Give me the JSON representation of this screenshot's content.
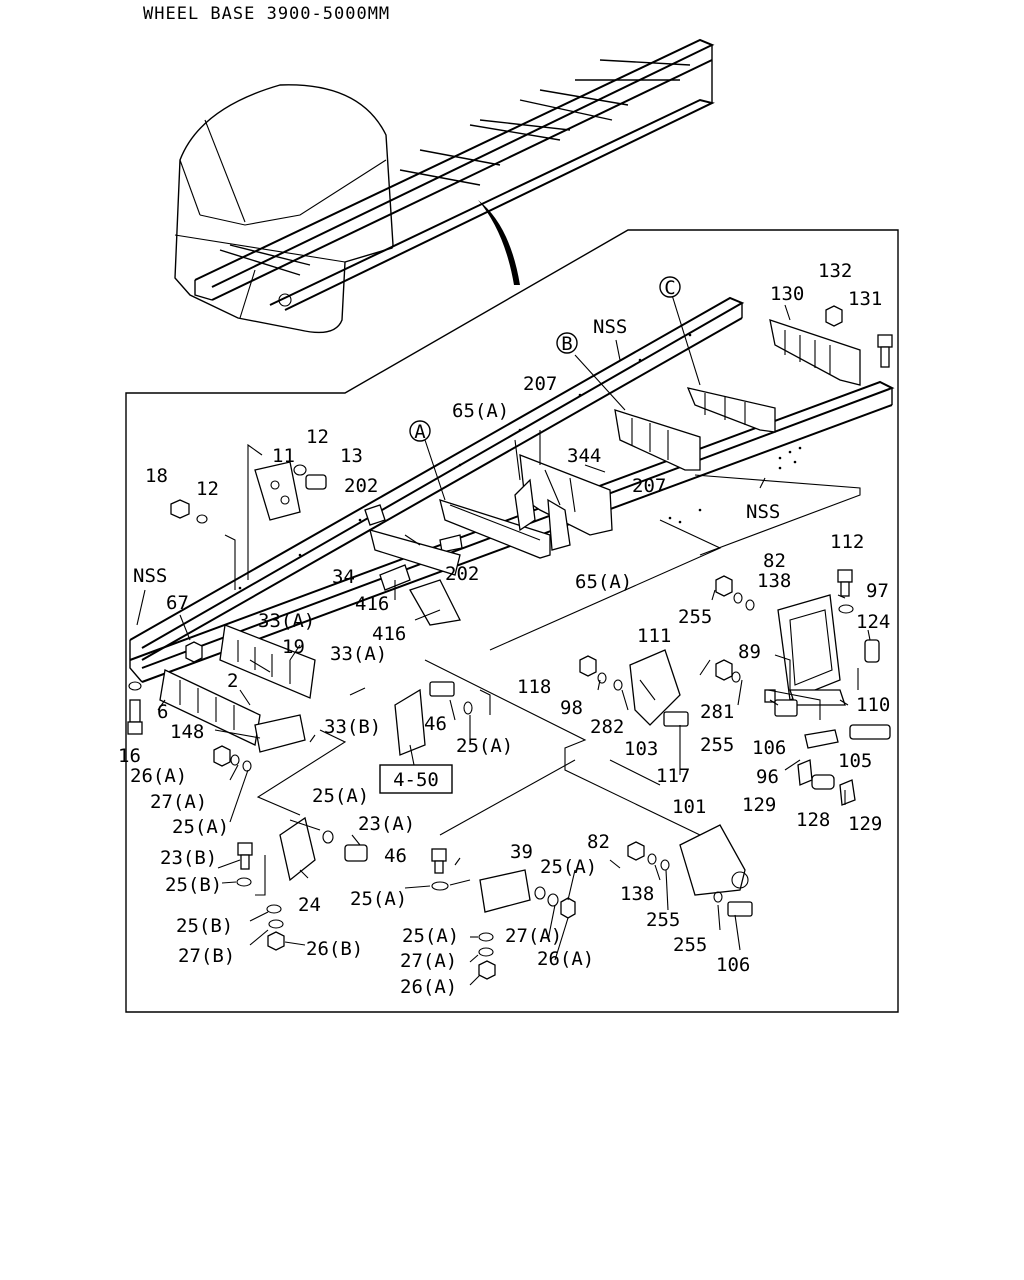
{
  "title": "WHEEL BASE 3900-5000MM",
  "circled_refs": [
    "A",
    "B",
    "C"
  ],
  "ref_box": "4-50",
  "labels": {
    "l132": "132",
    "l130": "130",
    "l131": "131",
    "lNSS1": "NSS",
    "l207a": "207",
    "l65Aa": "65(A)",
    "l344": "344",
    "l207b": "207",
    "l11": "11",
    "l12a": "12",
    "l13": "13",
    "l18": "18",
    "l12b": "12",
    "l202a": "202",
    "lNSS2": "NSS",
    "l202b": "202",
    "l65Ab": "65(A)",
    "l34": "34",
    "lNSS3": "NSS",
    "l416a": "416",
    "l67": "67",
    "l33Aa": "33(A)",
    "l416b": "416",
    "l19": "19",
    "l33Ab": "33(A)",
    "l82a": "82",
    "l112": "112",
    "l138a": "138",
    "l97": "97",
    "l255a": "255",
    "l124": "124",
    "l111": "111",
    "l89": "89",
    "l118": "118",
    "l2": "2",
    "l6": "6",
    "l110": "110",
    "l98": "98",
    "l282": "282",
    "l281": "281",
    "l33B": "33(B)",
    "l46a": "46",
    "l148": "148",
    "l103": "103",
    "l255b": "255",
    "l106a": "106",
    "l105": "105",
    "l16": "16",
    "l25Aa": "25(A)",
    "l26Aa": "26(A)",
    "l117": "117",
    "l96": "96",
    "l27Aa": "27(A)",
    "l25Ab": "25(A)",
    "l129a": "129",
    "l101": "101",
    "l128": "128",
    "l129b": "129",
    "l23A": "23(A)",
    "l25Ac": "25(A)",
    "l39": "39",
    "l82b": "82",
    "l23B": "23(B)",
    "l46b": "46",
    "l25Ad": "25(A)",
    "l25B1": "25(B)",
    "l138b": "138",
    "l24": "24",
    "l25Ae": "25(A)",
    "l255c": "255",
    "l25B2": "25(B)",
    "l25Af": "25(A)",
    "l27Ab": "27(A)",
    "l255d": "255",
    "l27B": "27(B)",
    "l26B": "26(B)",
    "l26Ab": "26(A)",
    "l106b": "106",
    "l27Ac": "27(A)",
    "l26Ac": "26(A)"
  }
}
